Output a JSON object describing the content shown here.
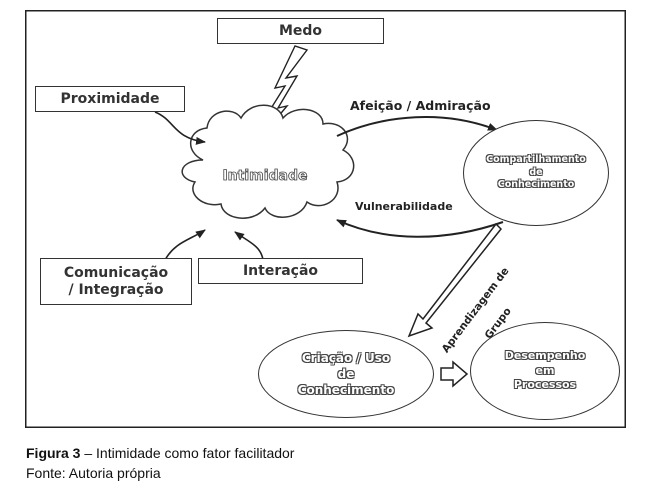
{
  "nodes": {
    "medo": "Medo",
    "proximidade": "Proximidade",
    "intimidade": "Intimidade",
    "compartilhamento": [
      "Compartilhamento",
      "de",
      "Conhecimento"
    ],
    "comunicacao": [
      "Comunicação",
      "/ Integração"
    ],
    "interacao": "Interação",
    "criacao": [
      "Criação / Uso",
      "de",
      "Conhecimento"
    ],
    "desempenho": [
      "Desempenho",
      "em",
      "Processos"
    ]
  },
  "edges": {
    "afeicao": "Afeição / Admiração",
    "vulnerabilidade": "Vulnerabilidade",
    "aprendizagem": [
      "Aprendizagem de",
      "Grupo"
    ]
  },
  "caption": {
    "figure_label": "Figura 3",
    "figure_text": " – Intimidade como fator facilitador",
    "source": "Fonte: Autoria própria"
  }
}
